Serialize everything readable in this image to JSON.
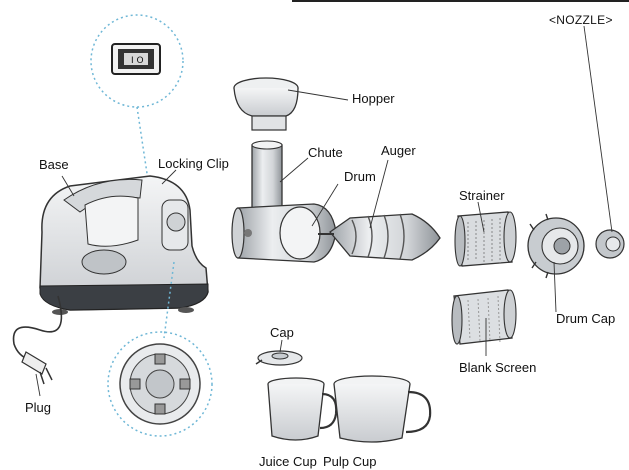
{
  "labels": {
    "nozzle": "<NOZZLE>",
    "hopper": "Hopper",
    "chute": "Chute",
    "auger": "Auger",
    "drum": "Drum",
    "base": "Base",
    "locking_clip": "Locking Clip",
    "strainer": "Strainer",
    "drum_cap": "Drum Cap",
    "blank_screen": "Blank Screen",
    "cap": "Cap",
    "plug": "Plug",
    "juice_cup": "Juice Cup",
    "pulp_cup": "Pulp Cup"
  },
  "colors": {
    "outline": "#333333",
    "part_fill": "#e4e6e8",
    "part_shadow": "#a9adb1",
    "callout_circle": "#6fb7d6",
    "background": "#ffffff"
  }
}
